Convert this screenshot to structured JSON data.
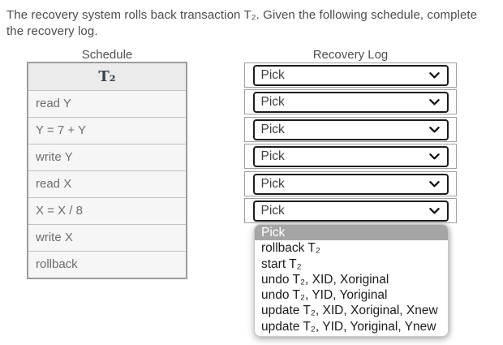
{
  "question": {
    "lines": [
      "The recovery system rolls back transaction T₂. Given the following schedule, complete",
      "the recovery log."
    ]
  },
  "schedule": {
    "title": "Schedule",
    "header": "T₂",
    "rows": [
      "read Y",
      "Y = 7 + Y",
      "write Y",
      "read X",
      "X = X / 8",
      "write X",
      "rollback"
    ]
  },
  "recovery": {
    "title": "Recovery Log",
    "selects": [
      {
        "value": "Pick"
      },
      {
        "value": "Pick"
      },
      {
        "value": "Pick"
      },
      {
        "value": "Pick"
      },
      {
        "value": "Pick"
      },
      {
        "value": "Pick",
        "state": "open"
      }
    ],
    "menu": {
      "options": [
        "Pick",
        "rollback T₂",
        "start T₂",
        "undo T₂, XID, Xoriginal",
        "undo T₂, YID, Yoriginal",
        "update T₂, XID, Xoriginal, Xnew",
        "update T₂, YID, Yoriginal, Ynew"
      ],
      "highlighted_option": "Pick"
    }
  },
  "colors": {
    "option_highlight_bg": "#a5a5a5",
    "option_highlight_text": "#ffffff",
    "select_border": "#1c1c1c",
    "table_border": "#9c9c9c"
  }
}
